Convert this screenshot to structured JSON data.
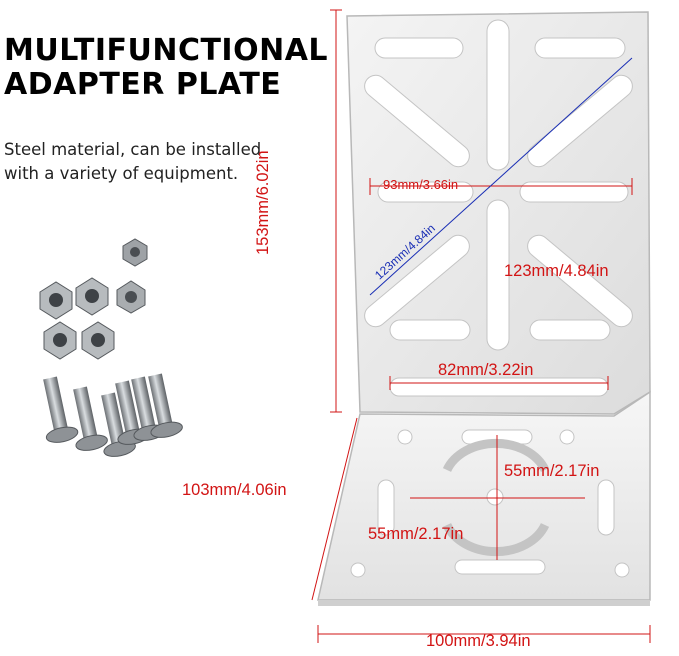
{
  "heading": {
    "line1": "MULTIFUNCTIONAL",
    "line2": "ADAPTER PLATE"
  },
  "description": {
    "line1": "Steel material, can be installed",
    "line2": "with a variety of equipment."
  },
  "dimensions": {
    "height": "153mm/6.02in",
    "slot_width": "93mm/3.66in",
    "diagonal": "123mm/4.84in",
    "slot_span": "123mm/4.84in",
    "lower_slot": "82mm/3.22in",
    "depth": "103mm/4.06in",
    "circle_a": "55mm/2.17in",
    "circle_b": "55mm/2.17in",
    "width": "100mm/3.94in"
  },
  "colors": {
    "dimension_text": "#d21414",
    "diagonal_text": "#1a2fb5",
    "plate": "#ececec"
  }
}
